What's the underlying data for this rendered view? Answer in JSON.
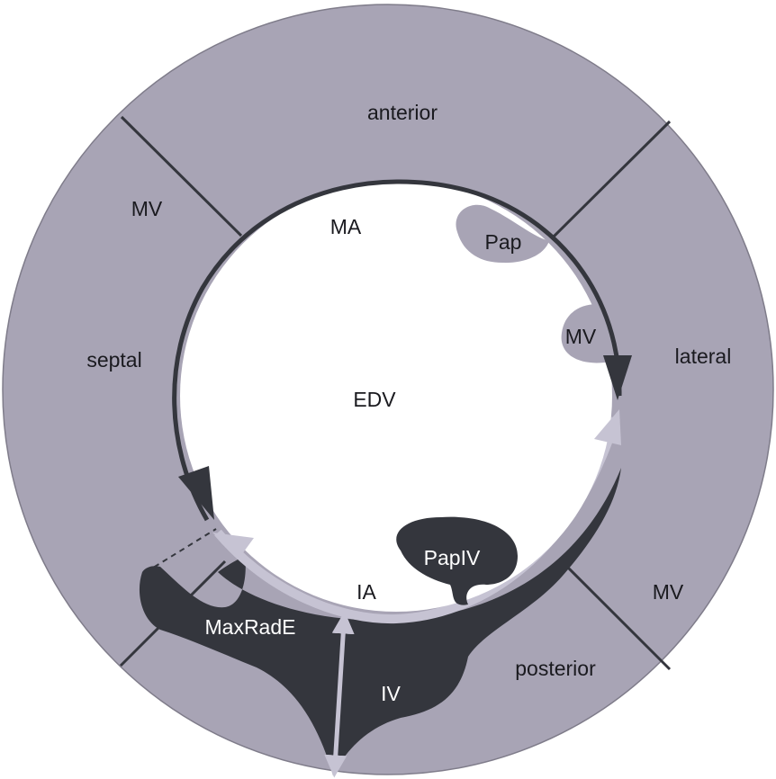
{
  "labels": {
    "anterior": "anterior",
    "septal": "septal",
    "lateral": "lateral",
    "posterior": "posterior",
    "mv_top_left": "MV",
    "mv_lateral": "MV",
    "mv_bottom_right": "MV",
    "ma": "MA",
    "pap": "Pap",
    "edv": "EDV",
    "papiv": "PapIV",
    "ia": "IA",
    "maxrade": "MaxRadE",
    "iv": "IV"
  },
  "colors": {
    "ring": "#a8a4b5",
    "dark": "#34363d",
    "light_arrow": "#c6c3d3",
    "lumen": "#ffffff"
  }
}
